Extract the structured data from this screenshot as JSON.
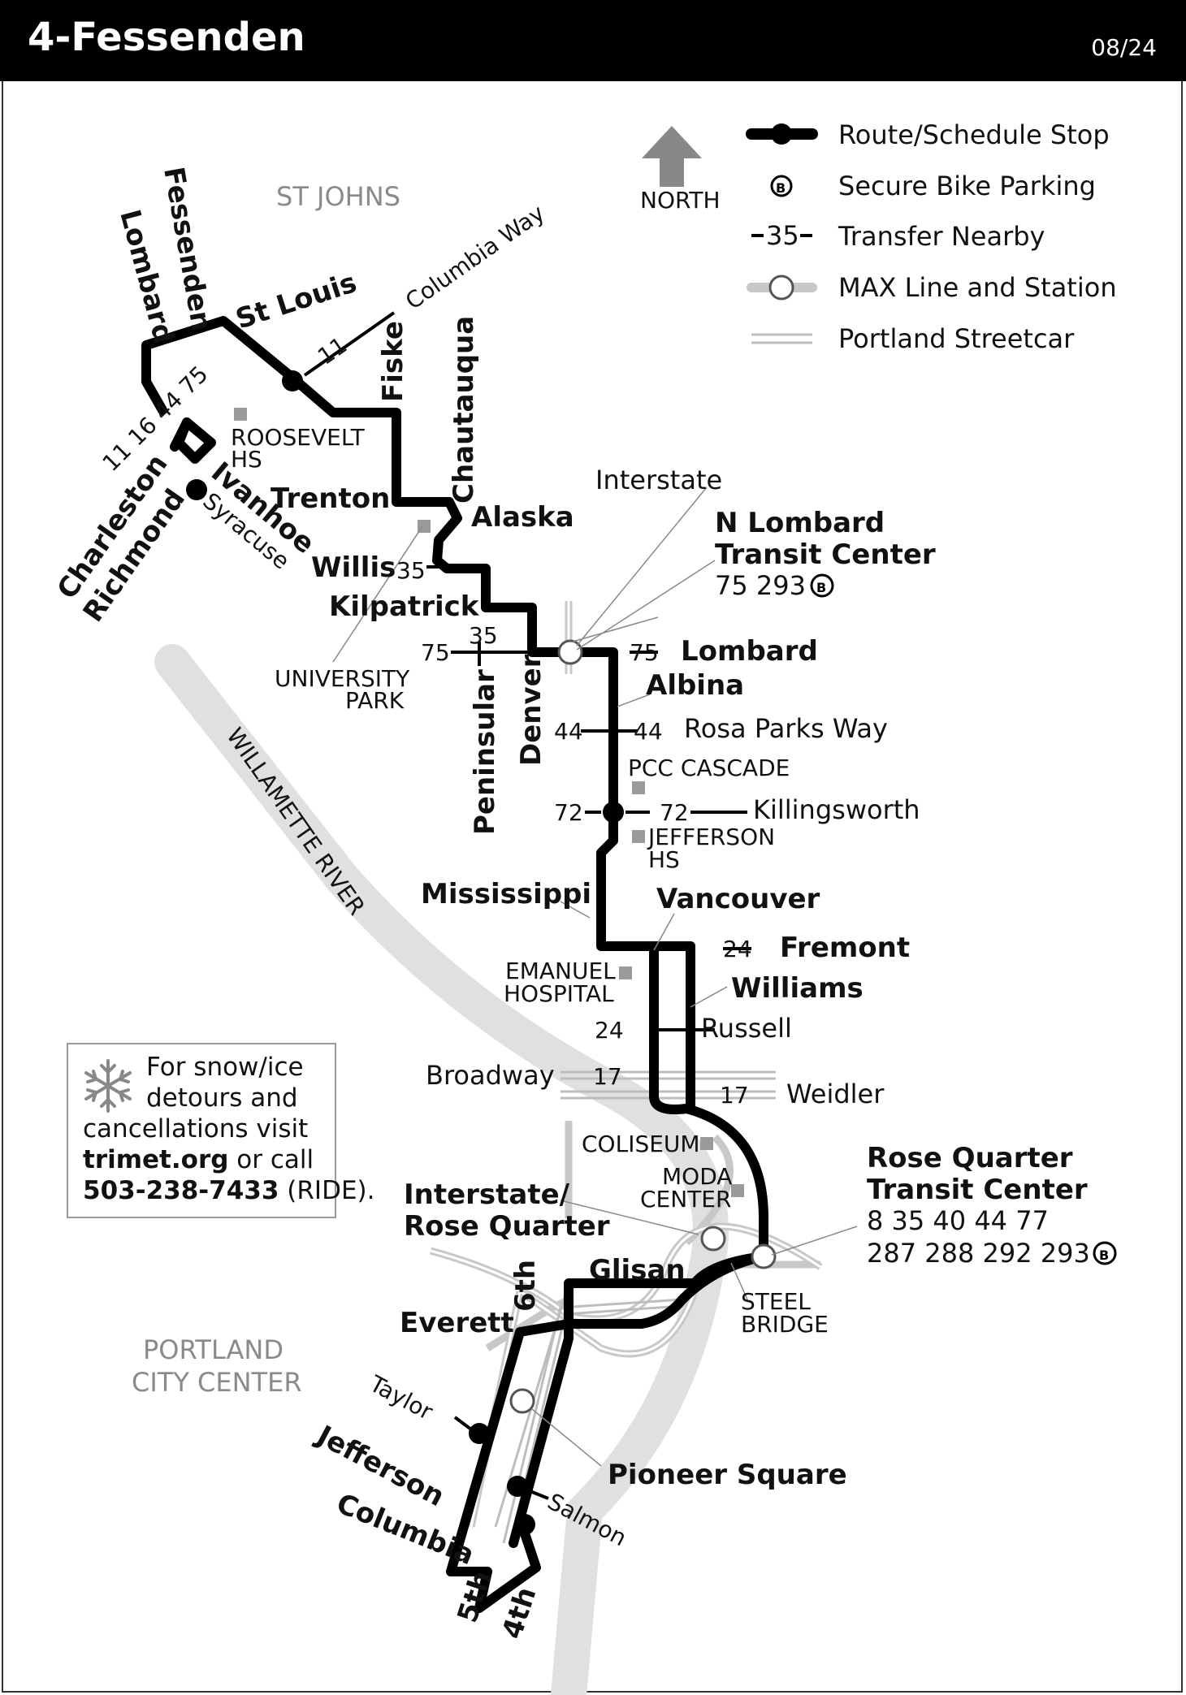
{
  "header": {
    "title": "4-Fessenden",
    "date": "08/24"
  },
  "legend": {
    "north": "NORTH",
    "route_stop": "Route/Schedule Stop",
    "bike": "Secure Bike Parking",
    "transfer": "Transfer Nearby",
    "transfer_num": "35",
    "max": "MAX Line and Station",
    "streetcar": "Portland Streetcar",
    "bike_glyph": "B"
  },
  "areas": {
    "st_johns": "ST JOHNS",
    "city_center_1": "PORTLAND",
    "city_center_2": "CITY CENTER",
    "river": "WILLAMETTE RIVER"
  },
  "streets": {
    "lombard_w": "Lombard",
    "fessenden": "Fessenden",
    "st_louis": "St Louis",
    "columbia_way": "Columbia Way",
    "fiske": "Fiske",
    "chautauqua": "Chautauqua",
    "trenton": "Trenton",
    "alaska": "Alaska",
    "willis": "Willis",
    "kilpatrick": "Kilpatrick",
    "peninsular": "Peninsular",
    "denver": "Denver",
    "interstate": "Interstate",
    "lombard_e": "Lombard",
    "albina": "Albina",
    "rosa_parks": "Rosa Parks Way",
    "killingsworth": "Killingsworth",
    "mississippi": "Mississippi",
    "vancouver": "Vancouver",
    "fremont": "Fremont",
    "williams": "Williams",
    "russell": "Russell",
    "broadway": "Broadway",
    "weidler": "Weidler",
    "glisan": "Glisan",
    "everett": "Everett",
    "sixth": "6th",
    "taylor": "Taylor",
    "jefferson": "Jefferson",
    "columbia": "Columbia",
    "fifth": "5th",
    "fourth": "4th",
    "salmon": "Salmon",
    "charleston": "Charleston",
    "richmond": "Richmond",
    "ivanhoe": "Ivanhoe",
    "syracuse": "Syracuse"
  },
  "landmarks": {
    "roosevelt_1": "ROOSEVELT",
    "roosevelt_2": "HS",
    "univ_1": "UNIVERSITY",
    "univ_2": "PARK",
    "pcc": "PCC CASCADE",
    "jefferson_1": "JEFFERSON",
    "jefferson_2": "HS",
    "emanuel_1": "EMANUEL",
    "emanuel_2": "HOSPITAL",
    "coliseum": "COLISEUM",
    "moda_1": "MODA",
    "moda_2": "CENTER",
    "steel_1": "STEEL",
    "steel_2": "BRIDGE"
  },
  "stations": {
    "n_lombard_1": "N Lombard",
    "n_lombard_2": "Transit Center",
    "n_lombard_routes": "75 293",
    "rose_1": "Rose Quarter",
    "rose_2": "Transit Center",
    "rose_routes_1": "8 35 40 44 77",
    "rose_routes_2": "287 288 292 293",
    "irq_1": "Interstate/",
    "irq_2": "Rose Quarter",
    "pioneer": "Pioneer Square"
  },
  "transfers": {
    "t11": "11",
    "t11_16_44_75": "11 16 44 75",
    "t35": "35",
    "t35b": "35",
    "t75w": "75",
    "t75e": "75",
    "t44w": "44",
    "t44e": "44",
    "t72w": "72",
    "t72e": "72",
    "t24e": "24",
    "t24w": "24",
    "t17w": "17",
    "t17e": "17"
  },
  "snow": {
    "l1": "For snow/ice",
    "l2": "detours and",
    "l3": "cancellations visit",
    "l4_b": "trimet.org",
    "l4": " or call",
    "l5_b": "503-238-7433",
    "l5": " (RIDE).",
    "icon": "snowflake-icon"
  },
  "colors": {
    "route": "#000000",
    "max": "#c8c8c8",
    "river": "#e0e0e0",
    "label_gray": "#8a8a8a"
  }
}
